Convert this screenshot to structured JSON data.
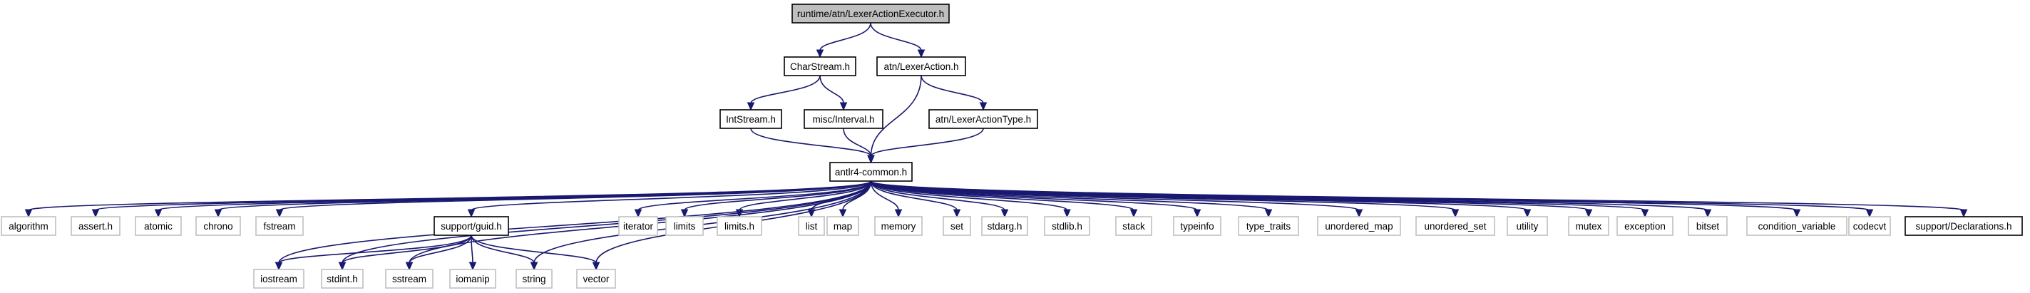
{
  "diagram": {
    "type": "include-dependency-graph",
    "colors": {
      "edge": "#191970",
      "node_border_normal": "#000000",
      "node_border_external": "#bfbfbf",
      "node_fill_normal": "#ffffff",
      "node_fill_root": "#bfbfbf",
      "text": "#000000"
    },
    "nodes": [
      {
        "id": "root",
        "label": "runtime/atn/LexerActionExecutor.h",
        "style": "root"
      },
      {
        "id": "charstream",
        "label": "CharStream.h",
        "style": "normal"
      },
      {
        "id": "lexeraction",
        "label": "atn/LexerAction.h",
        "style": "normal"
      },
      {
        "id": "intstream",
        "label": "IntStream.h",
        "style": "normal"
      },
      {
        "id": "interval",
        "label": "misc/Interval.h",
        "style": "normal"
      },
      {
        "id": "lexeractiontype",
        "label": "atn/LexerActionType.h",
        "style": "normal"
      },
      {
        "id": "common",
        "label": "antlr4-common.h",
        "style": "normal"
      },
      {
        "id": "algorithm",
        "label": "algorithm",
        "style": "external"
      },
      {
        "id": "assert",
        "label": "assert.h",
        "style": "external"
      },
      {
        "id": "atomic",
        "label": "atomic",
        "style": "external"
      },
      {
        "id": "chrono",
        "label": "chrono",
        "style": "external"
      },
      {
        "id": "fstream",
        "label": "fstream",
        "style": "external"
      },
      {
        "id": "guid",
        "label": "support/guid.h",
        "style": "normal"
      },
      {
        "id": "iterator",
        "label": "iterator",
        "style": "external"
      },
      {
        "id": "limits",
        "label": "limits",
        "style": "external"
      },
      {
        "id": "limitsh",
        "label": "limits.h",
        "style": "external"
      },
      {
        "id": "list",
        "label": "list",
        "style": "external"
      },
      {
        "id": "map",
        "label": "map",
        "style": "external"
      },
      {
        "id": "memory",
        "label": "memory",
        "style": "external"
      },
      {
        "id": "set",
        "label": "set",
        "style": "external"
      },
      {
        "id": "stdarg",
        "label": "stdarg.h",
        "style": "external"
      },
      {
        "id": "stdlib",
        "label": "stdlib.h",
        "style": "external"
      },
      {
        "id": "stack",
        "label": "stack",
        "style": "external"
      },
      {
        "id": "typeinfo",
        "label": "typeinfo",
        "style": "external"
      },
      {
        "id": "type_traits",
        "label": "type_traits",
        "style": "external"
      },
      {
        "id": "unordered_map",
        "label": "unordered_map",
        "style": "external"
      },
      {
        "id": "unordered_set",
        "label": "unordered_set",
        "style": "external"
      },
      {
        "id": "utility",
        "label": "utility",
        "style": "external"
      },
      {
        "id": "mutex",
        "label": "mutex",
        "style": "external"
      },
      {
        "id": "exception",
        "label": "exception",
        "style": "external"
      },
      {
        "id": "bitset",
        "label": "bitset",
        "style": "external"
      },
      {
        "id": "condition_variable",
        "label": "condition_variable",
        "style": "external"
      },
      {
        "id": "codecvt",
        "label": "codecvt",
        "style": "external"
      },
      {
        "id": "declarations",
        "label": "support/Declarations.h",
        "style": "normal"
      },
      {
        "id": "iostream",
        "label": "iostream",
        "style": "external"
      },
      {
        "id": "stdint",
        "label": "stdint.h",
        "style": "external"
      },
      {
        "id": "sstream",
        "label": "sstream",
        "style": "external"
      },
      {
        "id": "iomanip",
        "label": "iomanip",
        "style": "external"
      },
      {
        "id": "string",
        "label": "string",
        "style": "external"
      },
      {
        "id": "vector",
        "label": "vector",
        "style": "external"
      }
    ],
    "edges": [
      [
        "root",
        "charstream"
      ],
      [
        "root",
        "lexeraction"
      ],
      [
        "charstream",
        "intstream"
      ],
      [
        "charstream",
        "interval"
      ],
      [
        "lexeraction",
        "common"
      ],
      [
        "lexeraction",
        "lexeractiontype"
      ],
      [
        "intstream",
        "common"
      ],
      [
        "interval",
        "common"
      ],
      [
        "lexeractiontype",
        "common"
      ],
      [
        "common",
        "algorithm"
      ],
      [
        "common",
        "assert"
      ],
      [
        "common",
        "atomic"
      ],
      [
        "common",
        "chrono"
      ],
      [
        "common",
        "fstream"
      ],
      [
        "common",
        "guid"
      ],
      [
        "common",
        "iterator"
      ],
      [
        "common",
        "limits"
      ],
      [
        "common",
        "limitsh"
      ],
      [
        "common",
        "list"
      ],
      [
        "common",
        "map"
      ],
      [
        "common",
        "memory"
      ],
      [
        "common",
        "set"
      ],
      [
        "common",
        "stdarg"
      ],
      [
        "common",
        "stdlib"
      ],
      [
        "common",
        "stack"
      ],
      [
        "common",
        "typeinfo"
      ],
      [
        "common",
        "type_traits"
      ],
      [
        "common",
        "unordered_map"
      ],
      [
        "common",
        "unordered_set"
      ],
      [
        "common",
        "utility"
      ],
      [
        "common",
        "mutex"
      ],
      [
        "common",
        "exception"
      ],
      [
        "common",
        "bitset"
      ],
      [
        "common",
        "condition_variable"
      ],
      [
        "common",
        "codecvt"
      ],
      [
        "common",
        "declarations"
      ],
      [
        "common",
        "iostream"
      ],
      [
        "common",
        "stdint"
      ],
      [
        "common",
        "sstream"
      ],
      [
        "common",
        "string"
      ],
      [
        "common",
        "vector"
      ],
      [
        "guid",
        "iostream"
      ],
      [
        "guid",
        "stdint"
      ],
      [
        "guid",
        "sstream"
      ],
      [
        "guid",
        "iomanip"
      ],
      [
        "guid",
        "string"
      ],
      [
        "guid",
        "vector"
      ]
    ]
  }
}
